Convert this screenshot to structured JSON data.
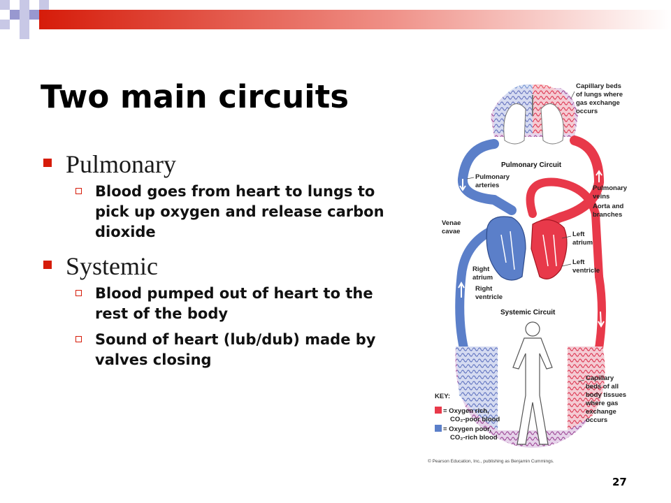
{
  "slide": {
    "title": "Two main circuits",
    "page_number": "27"
  },
  "bullets": [
    {
      "label": "Pulmonary",
      "subs": [
        "Blood goes from heart to lungs to pick up oxygen and release carbon dioxide"
      ]
    },
    {
      "label": "Systemic",
      "subs": [
        "Blood pumped out of heart to the rest of the body",
        "Sound of heart (lub/dub) made by valves closing"
      ]
    }
  ],
  "diagram": {
    "labels": {
      "capillary_lungs": [
        "Capillary beds",
        "of lungs where",
        "gas exchange",
        "occurs"
      ],
      "pulmonary_circuit": "Pulmonary Circuit",
      "pulmonary_arteries": [
        "Pulmonary",
        "arteries"
      ],
      "pulmonary_veins": [
        "Pulmonary",
        "veins"
      ],
      "aorta": [
        "Aorta and",
        "branches"
      ],
      "venae_cavae": [
        "Venae",
        "cavae"
      ],
      "left_atrium": [
        "Left",
        "atrium"
      ],
      "left_ventricle": [
        "Left",
        "ventricle"
      ],
      "right_atrium": [
        "Right",
        "atrium"
      ],
      "right_ventricle": [
        "Right",
        "ventricle"
      ],
      "systemic_circuit": "Systemic Circuit",
      "capillary_body": [
        "Capillary",
        "beds of all",
        "body tissues",
        "where gas",
        "exchange",
        "occurs"
      ]
    },
    "key": {
      "title": "KEY:",
      "oxygen_rich": [
        "= Oxygen rich,",
        "CO₂-poor blood"
      ],
      "oxygen_poor": [
        "= Oxygen poor,",
        "CO₂-rich blood"
      ]
    },
    "credit": "© Pearson Education, Inc., publishing as Benjamin Cummings.",
    "colors": {
      "oxygen_rich": "#e8394a",
      "oxygen_poor": "#5b7fc9"
    }
  },
  "theme": {
    "accent": "#d61c0a"
  }
}
